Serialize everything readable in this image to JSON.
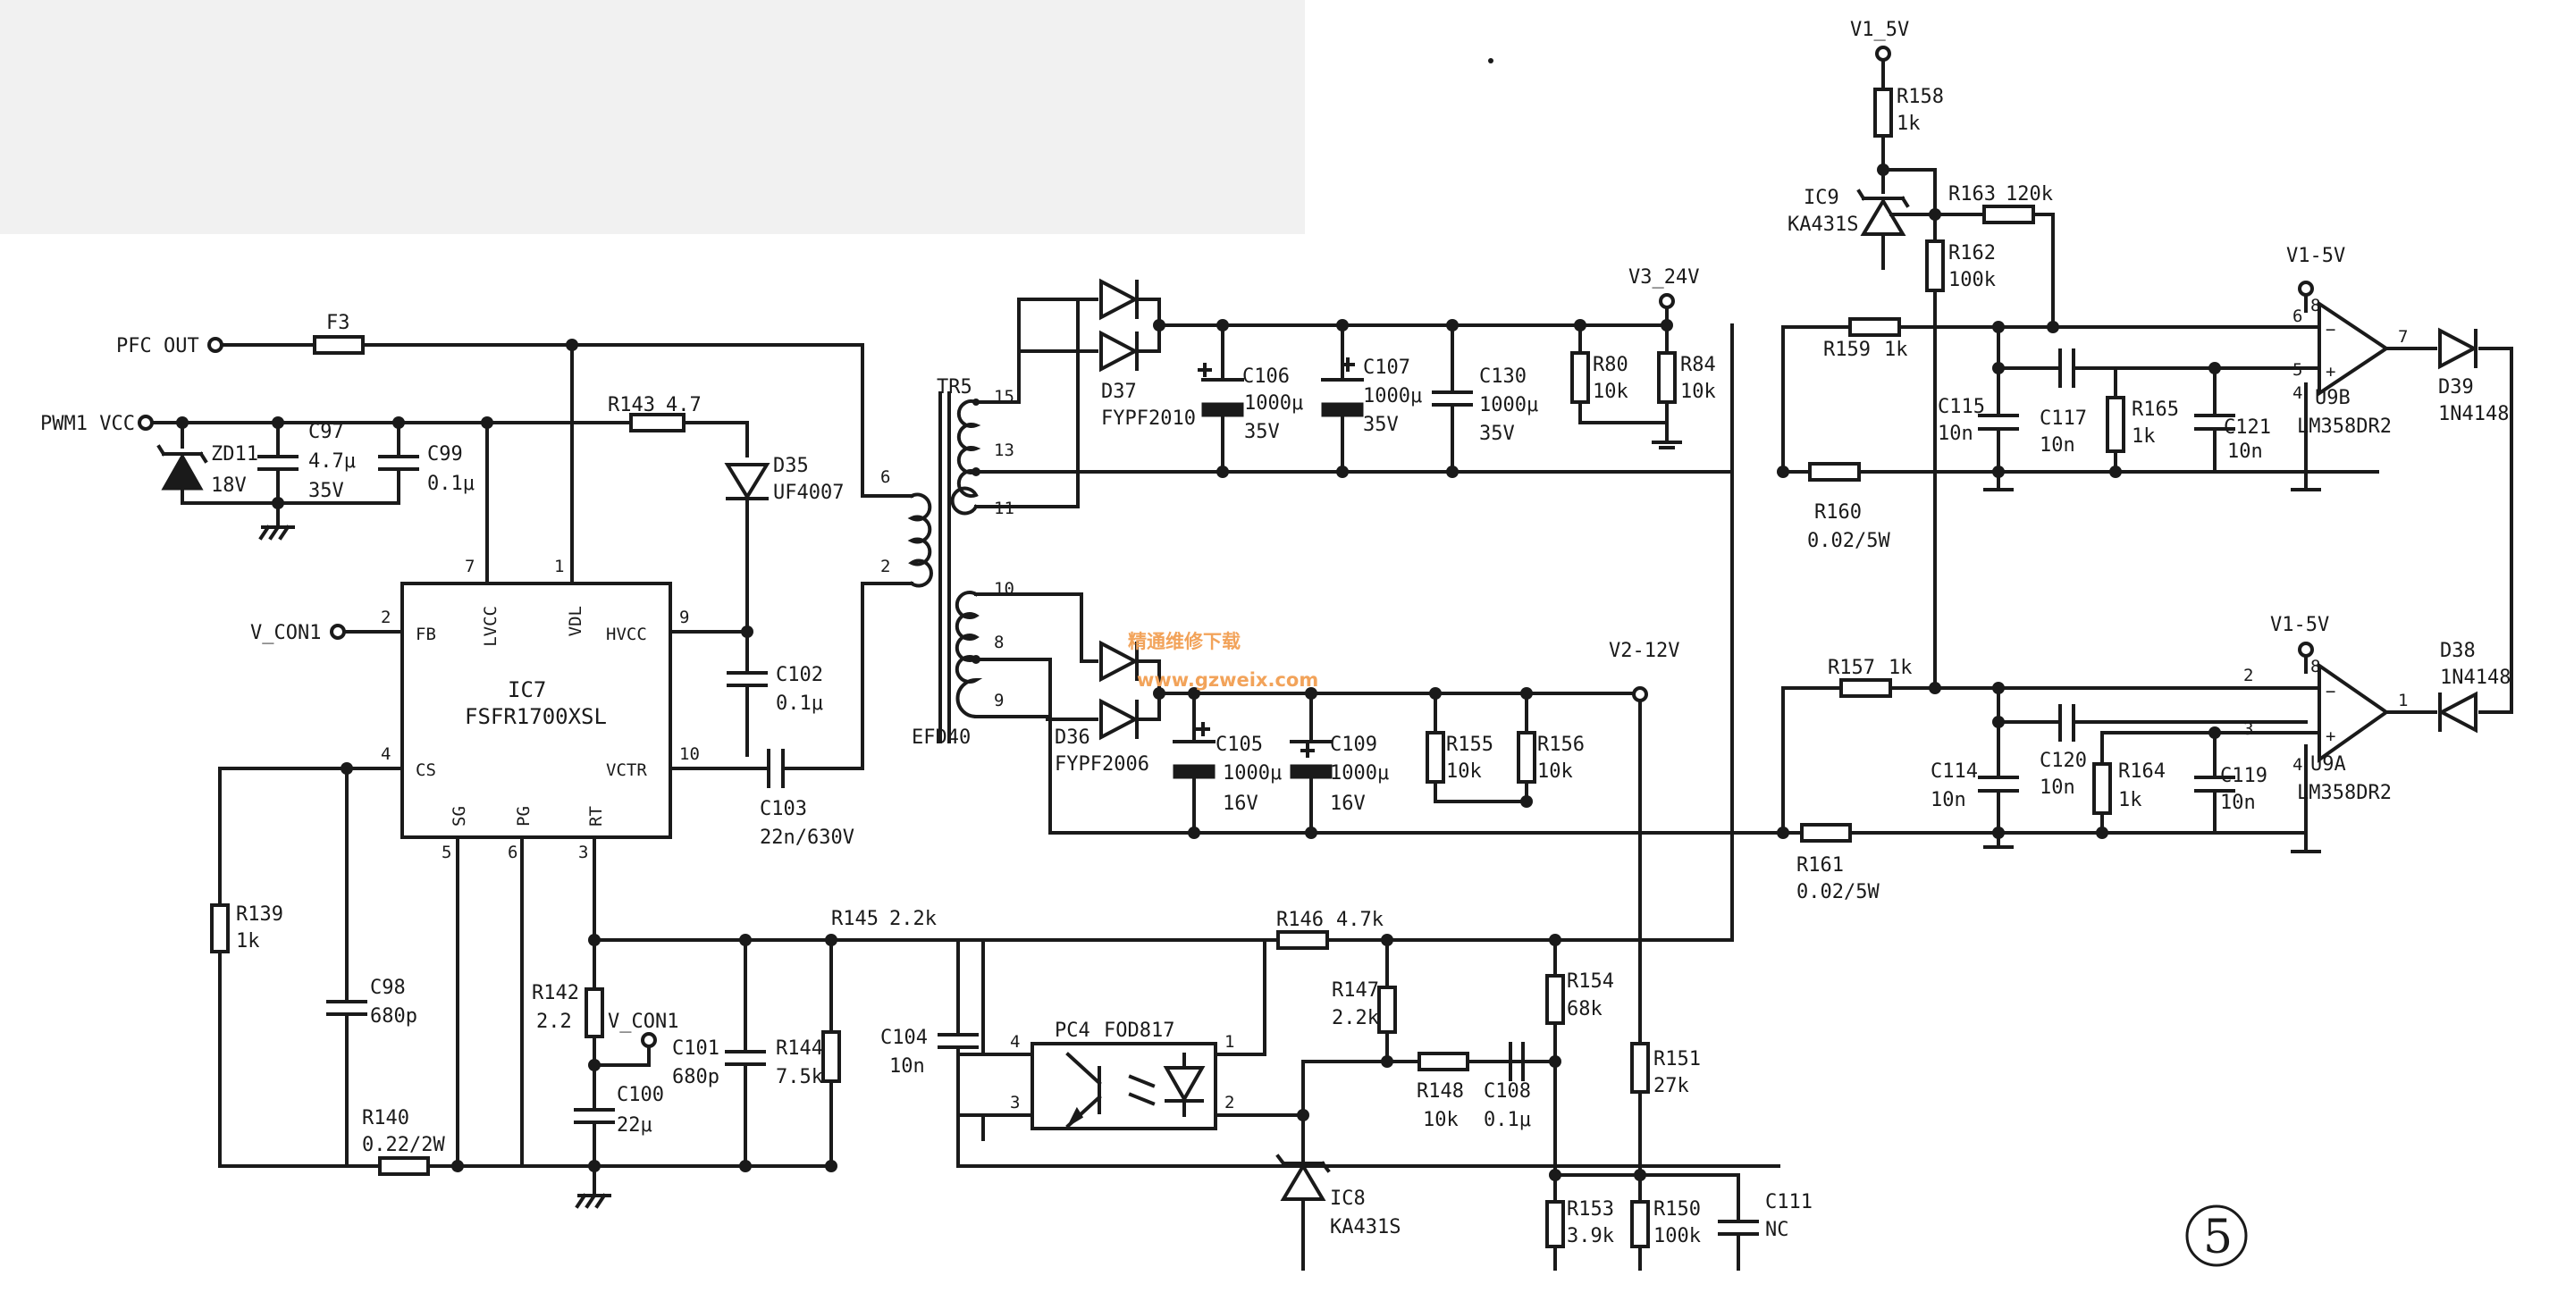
{
  "watermark": {
    "chinese": "精通维修下载",
    "url": "www.gzweix.com"
  },
  "figure_number": "5",
  "ic7": {
    "ref": "IC7",
    "part": "FSFR1700XSL",
    "pins": {
      "fb": "FB",
      "lvcc": "LVCC",
      "vdl": "VDL",
      "hvcc": "HVCC",
      "cs": "CS",
      "sg": "SG",
      "pg": "PG",
      "rt": "RT",
      "vctr": "VCTR"
    },
    "pin_numbers": {
      "fb": "2",
      "lvcc": "7",
      "vdl": "1",
      "hvcc": "9",
      "cs": "4",
      "sg": "5",
      "pg": "6",
      "rt": "3",
      "vctr": "10"
    }
  },
  "nets": {
    "pfc_out": "PFC OUT",
    "pwm1_vcc": "PWM1 VCC",
    "v_con1_fb": "V_CON1",
    "v_con1_rt": "V_CON1",
    "v1_5v_top": "V1_5V",
    "v3_24v": "V3_24V",
    "v2_12v": "V2-12V",
    "v1_5v_u9b": "V1-5V",
    "v1_5v_u9a": "V1-5V"
  },
  "transformer": {
    "ref": "TR5",
    "part": "EFD40",
    "pins": {
      "p6": "6",
      "p2": "2",
      "p15": "15",
      "p13": "13",
      "p11": "11",
      "p10": "10",
      "p8": "8",
      "p9": "9"
    }
  },
  "optocoupler": {
    "ref": "PC4",
    "part": "FOD817",
    "pins": {
      "p1": "1",
      "p2": "2",
      "p3": "3",
      "p4": "4"
    }
  },
  "opamps": {
    "u9b": {
      "ref": "U9B",
      "part": "LM358DR2",
      "pins": {
        "inv": "6",
        "noninv": "5",
        "out": "7",
        "vcc": "8",
        "gnd": "4"
      }
    },
    "u9a": {
      "ref": "U9A",
      "part": "LM358DR2",
      "pins": {
        "inv": "2",
        "noninv": "3",
        "out": "1",
        "vcc": "8",
        "gnd": "4"
      }
    }
  },
  "components": {
    "f3": {
      "ref": "F3"
    },
    "zd11": {
      "ref": "ZD11",
      "value": "18V"
    },
    "c97": {
      "ref": "C97",
      "value": "4.7μ",
      "value2": "35V"
    },
    "c99": {
      "ref": "C99",
      "value": "0.1μ"
    },
    "r143": {
      "ref": "R143",
      "value": "4.7"
    },
    "d35": {
      "ref": "D35",
      "value": "UF4007"
    },
    "c102": {
      "ref": "C102",
      "value": "0.1μ"
    },
    "c103": {
      "ref": "C103",
      "value": "22n/630V"
    },
    "r139": {
      "ref": "R139",
      "value": "1k"
    },
    "c98": {
      "ref": "C98",
      "value": "680p"
    },
    "r140": {
      "ref": "R140",
      "value": "0.22/2W"
    },
    "r142": {
      "ref": "R142",
      "value": "2.2"
    },
    "c100": {
      "ref": "C100",
      "value": "22μ"
    },
    "c101": {
      "ref": "C101",
      "value": "680p"
    },
    "r144": {
      "ref": "R144",
      "value": "7.5k"
    },
    "r145": {
      "ref": "R145",
      "value": "2.2k"
    },
    "c104": {
      "ref": "C104",
      "value": "10n"
    },
    "d37": {
      "ref": "D37",
      "value": "FYPF2010"
    },
    "c106": {
      "ref": "C106",
      "value": "1000μ",
      "value2": "35V"
    },
    "c107": {
      "ref": "C107",
      "value": "1000μ",
      "value2": "35V"
    },
    "c130": {
      "ref": "C130",
      "value": "1000μ",
      "value2": "35V"
    },
    "r80": {
      "ref": "R80",
      "value": "10k"
    },
    "r84": {
      "ref": "R84",
      "value": "10k"
    },
    "d36": {
      "ref": "D36",
      "value": "FYPF2006"
    },
    "c105": {
      "ref": "C105",
      "value": "1000μ",
      "value2": "16V"
    },
    "c109": {
      "ref": "C109",
      "value": "1000μ",
      "value2": "16V"
    },
    "r155": {
      "ref": "R155",
      "value": "10k"
    },
    "r156": {
      "ref": "R156",
      "value": "10k"
    },
    "r146": {
      "ref": "R146",
      "value": "4.7k"
    },
    "r147": {
      "ref": "R147",
      "value": "2.2k"
    },
    "r148": {
      "ref": "R148",
      "value": "10k"
    },
    "c108": {
      "ref": "C108",
      "value": "0.1μ"
    },
    "r154": {
      "ref": "R154",
      "value": "68k"
    },
    "r151": {
      "ref": "R151",
      "value": "27k"
    },
    "r153": {
      "ref": "R153",
      "value": "3.9k"
    },
    "r150": {
      "ref": "R150",
      "value": "100k"
    },
    "c111": {
      "ref": "C111",
      "value": "NC"
    },
    "ic8": {
      "ref": "IC8",
      "value": "KA431S"
    },
    "r158": {
      "ref": "R158",
      "value": "1k"
    },
    "ic9": {
      "ref": "IC9",
      "value": "KA431S"
    },
    "r163": {
      "ref": "R163",
      "value": "120k"
    },
    "r162": {
      "ref": "R162",
      "value": "100k"
    },
    "r159": {
      "ref": "R159",
      "value": "1k"
    },
    "r160": {
      "ref": "R160",
      "value": "0.02/5W"
    },
    "c115": {
      "ref": "C115",
      "value": "10n"
    },
    "c117": {
      "ref": "C117",
      "value": "10n"
    },
    "r165": {
      "ref": "R165",
      "value": "1k"
    },
    "c121": {
      "ref": "C121",
      "value": "10n"
    },
    "d39": {
      "ref": "D39",
      "value": "1N4148"
    },
    "r157": {
      "ref": "R157",
      "value": "1k"
    },
    "r161": {
      "ref": "R161",
      "value": "0.02/5W"
    },
    "c114": {
      "ref": "C114",
      "value": "10n"
    },
    "c120": {
      "ref": "C120",
      "value": "10n"
    },
    "r164": {
      "ref": "R164",
      "value": "1k"
    },
    "c119": {
      "ref": "C119",
      "value": "10n"
    },
    "d38": {
      "ref": "D38",
      "value": "1N4148"
    }
  }
}
